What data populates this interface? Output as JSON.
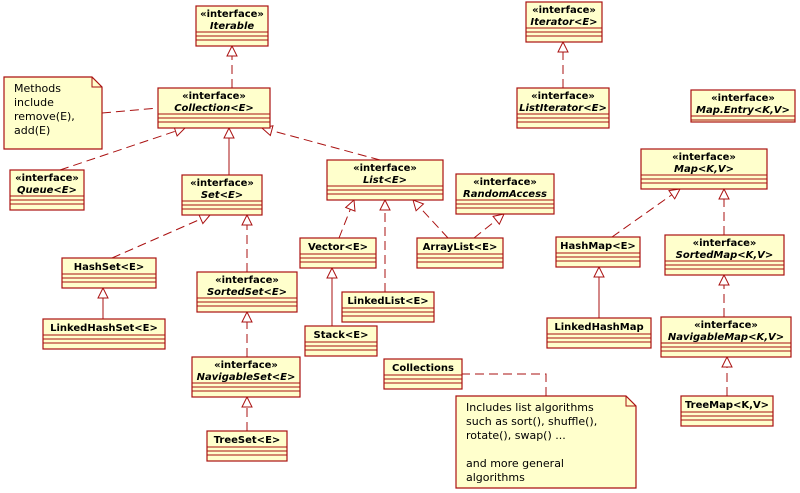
{
  "colors": {
    "box_fill": "#ffffcc",
    "box_stroke": "#aa1111",
    "background": "#ffffff"
  },
  "classes": [
    {
      "id": "iterable",
      "stereotype": "«interface»",
      "name": "Iterable",
      "interface": true
    },
    {
      "id": "iterator",
      "stereotype": "«interface»",
      "name": "Iterator<E>",
      "interface": true
    },
    {
      "id": "collection",
      "stereotype": "«interface»",
      "name": "Collection<E>",
      "interface": true
    },
    {
      "id": "listiterator",
      "stereotype": "«interface»",
      "name": "ListIterator<E>",
      "interface": true
    },
    {
      "id": "mapentry",
      "stereotype": "«interface»",
      "name": "Map.Entry<K,V>",
      "interface": true
    },
    {
      "id": "queue",
      "stereotype": "«interface»",
      "name": "Queue<E>",
      "interface": true
    },
    {
      "id": "set",
      "stereotype": "«interface»",
      "name": "Set<E>",
      "interface": true
    },
    {
      "id": "list",
      "stereotype": "«interface»",
      "name": "List<E>",
      "interface": true
    },
    {
      "id": "randomaccess",
      "stereotype": "«interface»",
      "name": "RandomAccess",
      "interface": true
    },
    {
      "id": "map",
      "stereotype": "«interface»",
      "name": "Map<K,V>",
      "interface": true
    },
    {
      "id": "hashset",
      "stereotype": "",
      "name": "HashSet<E>",
      "interface": false
    },
    {
      "id": "vector",
      "stereotype": "",
      "name": "Vector<E>",
      "interface": false
    },
    {
      "id": "arraylist",
      "stereotype": "",
      "name": "ArrayList<E>",
      "interface": false
    },
    {
      "id": "hashmap",
      "stereotype": "",
      "name": "HashMap<E>",
      "interface": false
    },
    {
      "id": "sortedmap",
      "stereotype": "«interface»",
      "name": "SortedMap<K,V>",
      "interface": true
    },
    {
      "id": "sortedset",
      "stereotype": "«interface»",
      "name": "SortedSet<E>",
      "interface": true
    },
    {
      "id": "linkedlist",
      "stereotype": "",
      "name": "LinkedList<E>",
      "interface": false
    },
    {
      "id": "linkedhashset",
      "stereotype": "",
      "name": "LinkedHashSet<E>",
      "interface": false
    },
    {
      "id": "linkedhashmap",
      "stereotype": "",
      "name": "LinkedHashMap",
      "interface": false
    },
    {
      "id": "stack",
      "stereotype": "",
      "name": "Stack<E>",
      "interface": false
    },
    {
      "id": "navigablemap",
      "stereotype": "«interface»",
      "name": "NavigableMap<K,V>",
      "interface": true
    },
    {
      "id": "navigableset",
      "stereotype": "«interface»",
      "name": "NavigableSet<E>",
      "interface": true
    },
    {
      "id": "collections",
      "stereotype": "",
      "name": "Collections",
      "interface": false
    },
    {
      "id": "treemap",
      "stereotype": "",
      "name": "TreeMap<K,V>",
      "interface": false
    },
    {
      "id": "treeset",
      "stereotype": "",
      "name": "TreeSet<E>",
      "interface": false
    }
  ],
  "notes": [
    {
      "id": "methods-note",
      "lines": [
        "Methods",
        "include",
        "remove(E),",
        "add(E)"
      ]
    },
    {
      "id": "collections-note",
      "lines": [
        "Includes list algorithms",
        "such as sort(), shuffle(),",
        "rotate(), swap() ...",
        "",
        "and more general",
        "algorithms"
      ]
    }
  ],
  "relations": [
    {
      "from": "collection",
      "to": "iterable",
      "kind": "realization"
    },
    {
      "from": "listiterator",
      "to": "iterator",
      "kind": "realization"
    },
    {
      "from": "queue",
      "to": "collection",
      "kind": "realization"
    },
    {
      "from": "set",
      "to": "collection",
      "kind": "generalization"
    },
    {
      "from": "list",
      "to": "collection",
      "kind": "realization"
    },
    {
      "from": "hashset",
      "to": "set",
      "kind": "realization"
    },
    {
      "from": "sortedset",
      "to": "set",
      "kind": "realization"
    },
    {
      "from": "linkedhashset",
      "to": "hashset",
      "kind": "generalization"
    },
    {
      "from": "navigableset",
      "to": "sortedset",
      "kind": "realization"
    },
    {
      "from": "treeset",
      "to": "navigableset",
      "kind": "realization"
    },
    {
      "from": "vector",
      "to": "list",
      "kind": "realization"
    },
    {
      "from": "linkedlist",
      "to": "list",
      "kind": "realization"
    },
    {
      "from": "arraylist",
      "to": "list",
      "kind": "realization"
    },
    {
      "from": "arraylist",
      "to": "randomaccess",
      "kind": "realization"
    },
    {
      "from": "stack",
      "to": "vector",
      "kind": "generalization"
    },
    {
      "from": "hashmap",
      "to": "map",
      "kind": "realization"
    },
    {
      "from": "sortedmap",
      "to": "map",
      "kind": "realization"
    },
    {
      "from": "linkedhashmap",
      "to": "hashmap",
      "kind": "generalization"
    },
    {
      "from": "navigablemap",
      "to": "sortedmap",
      "kind": "realization"
    },
    {
      "from": "treemap",
      "to": "navigablemap",
      "kind": "realization"
    },
    {
      "from": "methods-note",
      "to": "collection",
      "kind": "note"
    },
    {
      "from": "collections-note",
      "to": "collections",
      "kind": "note"
    }
  ]
}
